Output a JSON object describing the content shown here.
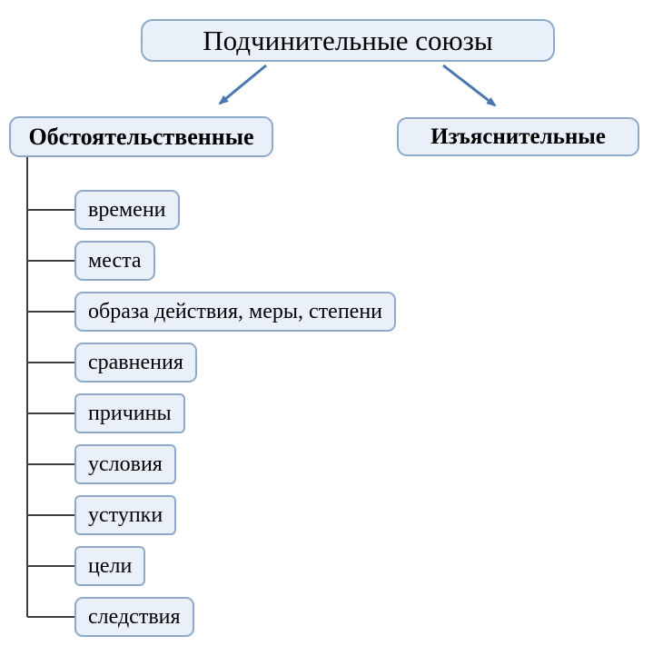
{
  "diagram": {
    "title": "Подчинительные союзы",
    "branches": [
      {
        "label": "Обстоятельственные"
      },
      {
        "label": "Изъяснительные"
      }
    ],
    "adverbial_types": [
      "времени",
      "места",
      "образа действия, меры, степени",
      "сравнения",
      "причины",
      "условия",
      "уступки",
      "цели",
      "следствия"
    ]
  },
  "colors": {
    "background": "#ffffff",
    "box_fill": "#e9f0f9",
    "box_border": "#8faac8",
    "arrow": "#4a77ad",
    "connector": "#3d3d3d",
    "text": "#000000"
  }
}
